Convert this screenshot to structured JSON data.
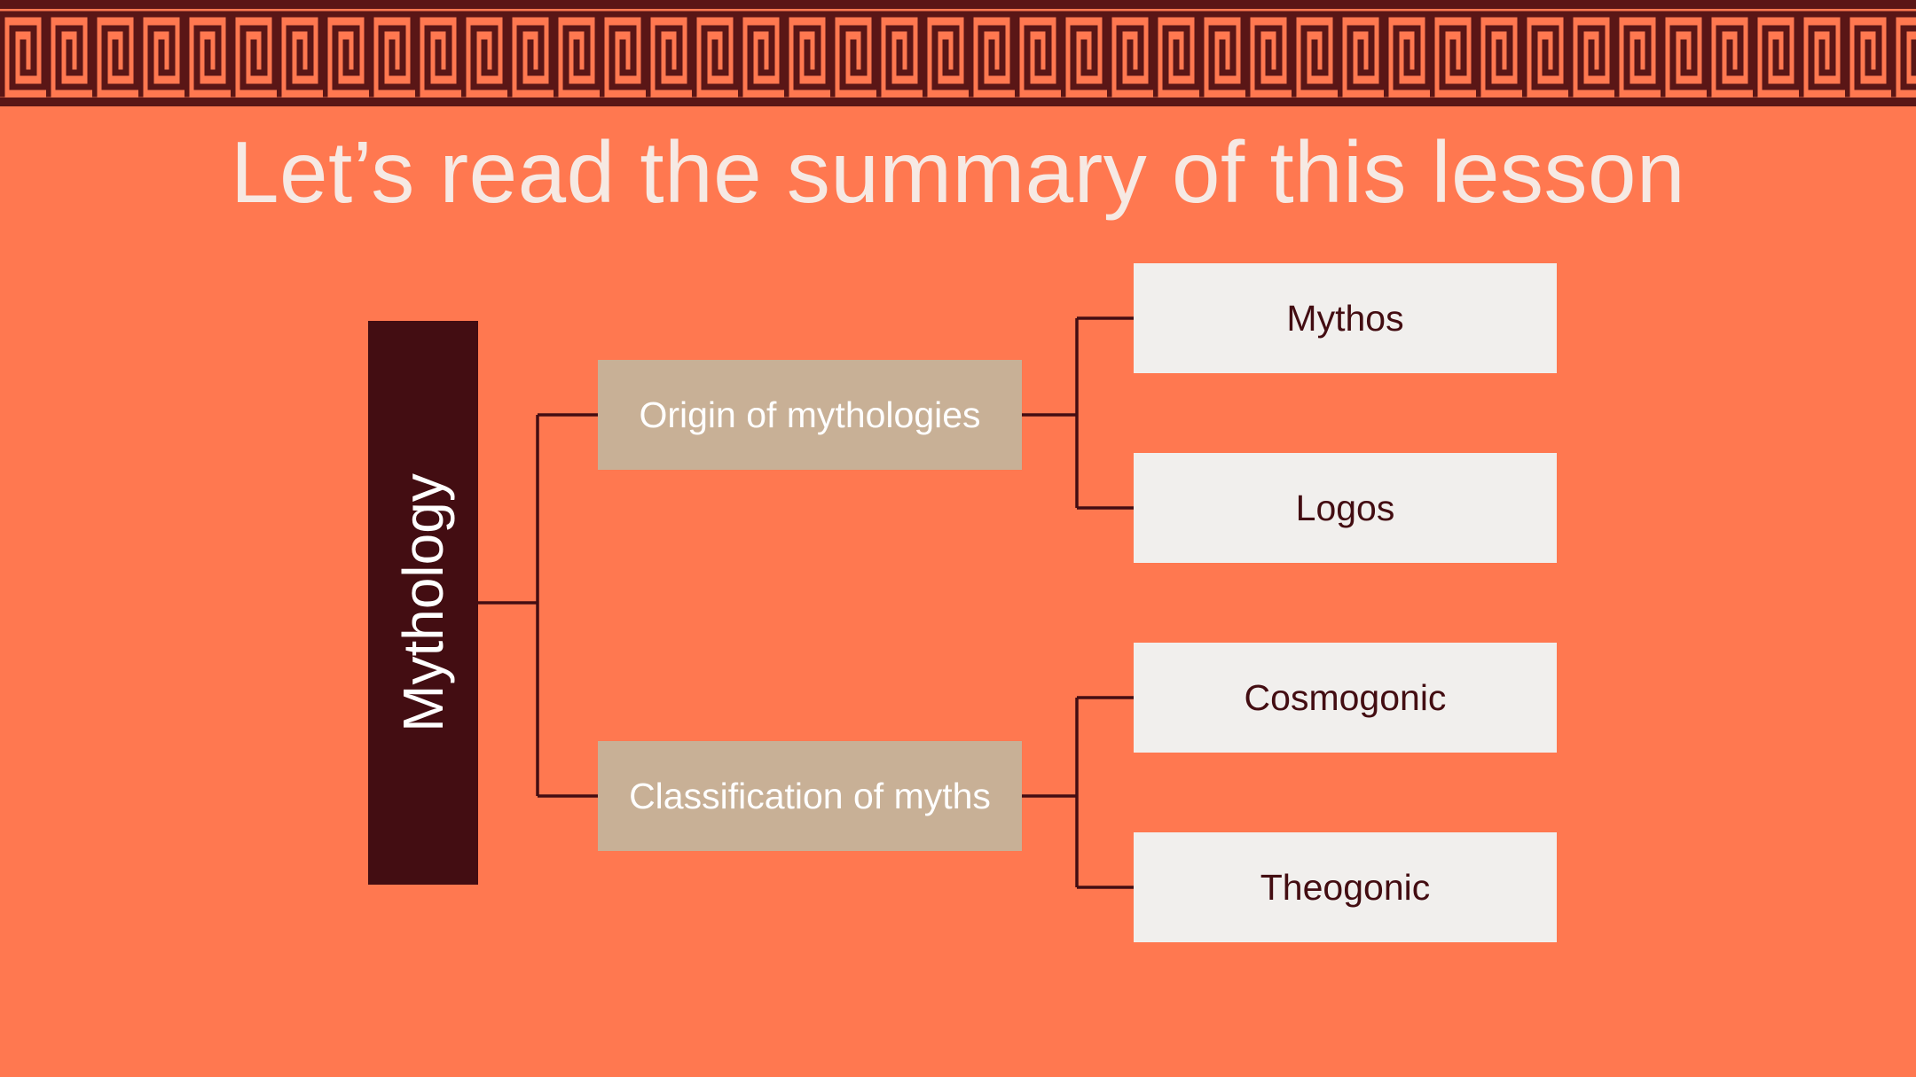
{
  "slide": {
    "title": "Let’s read the summary of this lesson"
  },
  "diagram": {
    "root": {
      "label": "Mythology"
    },
    "branches": [
      {
        "label": "Origin of mythologies",
        "children": [
          {
            "label": "Mythos"
          },
          {
            "label": "Logos"
          }
        ]
      },
      {
        "label": "Classification of myths",
        "children": [
          {
            "label": "Cosmogonic"
          },
          {
            "label": "Theogonic"
          }
        ]
      }
    ]
  },
  "colors": {
    "background": "#ff7850",
    "border_pattern": "#5a1616",
    "root_fill": "#430d12",
    "branch_fill": "#c8b096",
    "leaf_fill": "#f1efed",
    "connector": "#430d12"
  }
}
